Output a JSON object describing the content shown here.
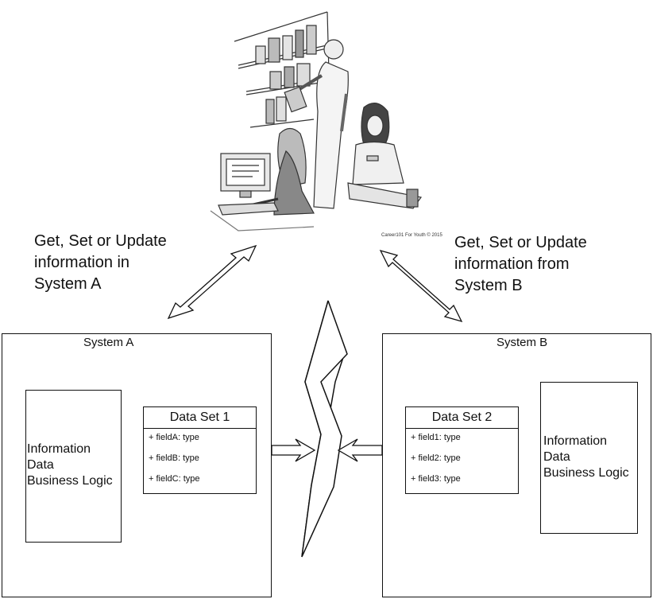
{
  "illustration": {
    "copyright": "Career101 For Youth © 2015"
  },
  "captions": {
    "left": [
      "Get, Set or Update",
      "information in",
      "System A"
    ],
    "right": [
      "Get, Set or Update",
      "information from",
      "System B"
    ]
  },
  "system_a": {
    "title": "System A",
    "info_box": [
      "Information",
      "Data",
      "Business Logic"
    ],
    "data_set": {
      "title": "Data Set 1",
      "fields": [
        "+ fieldA: type",
        "+ fieldB: type",
        "+ fieldC: type"
      ]
    }
  },
  "system_b": {
    "title": "System B",
    "info_box": [
      "Information",
      "Data",
      "Business Logic"
    ],
    "data_set": {
      "title": "Data Set 2",
      "fields": [
        "+ field1: type",
        "+ field2: type",
        "+ field3: type"
      ]
    }
  }
}
